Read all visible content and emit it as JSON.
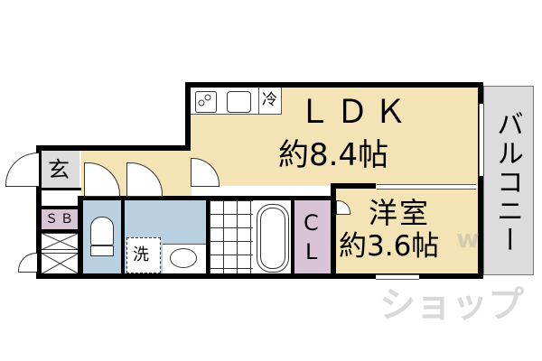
{
  "floorplan": {
    "rooms": {
      "ldk": {
        "name": "ＬＤＫ",
        "area": "約8.4帖"
      },
      "western": {
        "name": "洋室",
        "area": "約3.6帖"
      },
      "closet": {
        "line1": "C",
        "line2": "L"
      },
      "genkan": {
        "label": "玄"
      },
      "shoebox": {
        "label": "ＳＢ"
      },
      "balcony": {
        "label": "バルコニー"
      }
    },
    "fixtures": {
      "refrigerator": "冷",
      "washer": "洗"
    },
    "watermark": {
      "top": "w",
      "bottom": "ショップ"
    },
    "colors": {
      "living": "#f4e3b5",
      "water": "#b9d0e0",
      "storage": "#d9c3d6",
      "balcony": "#dcdcdc"
    }
  }
}
